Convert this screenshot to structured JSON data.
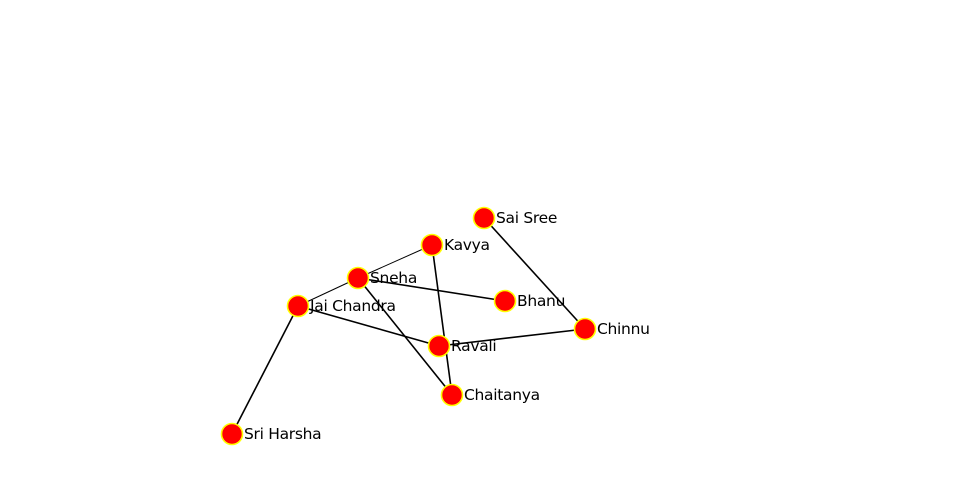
{
  "graph": {
    "colors": {
      "node_fill": "#ff0000",
      "node_stroke": "#ffff00",
      "edge": "#000000",
      "label": "#000000"
    },
    "nodes": [
      {
        "id": "sai-sree",
        "label": "Sai Sree"
      },
      {
        "id": "kavya",
        "label": "Kavya"
      },
      {
        "id": "sneha",
        "label": "Sneha"
      },
      {
        "id": "jai-chandra",
        "label": "Jai Chandra"
      },
      {
        "id": "bhanu",
        "label": "Bhanu"
      },
      {
        "id": "chinnu",
        "label": "Chinnu"
      },
      {
        "id": "ravali",
        "label": "Ravali"
      },
      {
        "id": "chaitanya",
        "label": "Chaitanya"
      },
      {
        "id": "sri-harsha",
        "label": "Sri Harsha"
      }
    ],
    "edges": [
      {
        "source": "sai-sree",
        "target": "chinnu"
      },
      {
        "source": "kavya",
        "target": "sneha"
      },
      {
        "source": "kavya",
        "target": "chaitanya"
      },
      {
        "source": "sneha",
        "target": "jai-chandra"
      },
      {
        "source": "sneha",
        "target": "bhanu"
      },
      {
        "source": "sneha",
        "target": "chaitanya"
      },
      {
        "source": "jai-chandra",
        "target": "ravali"
      },
      {
        "source": "jai-chandra",
        "target": "sri-harsha"
      },
      {
        "source": "ravali",
        "target": "chinnu"
      }
    ]
  }
}
